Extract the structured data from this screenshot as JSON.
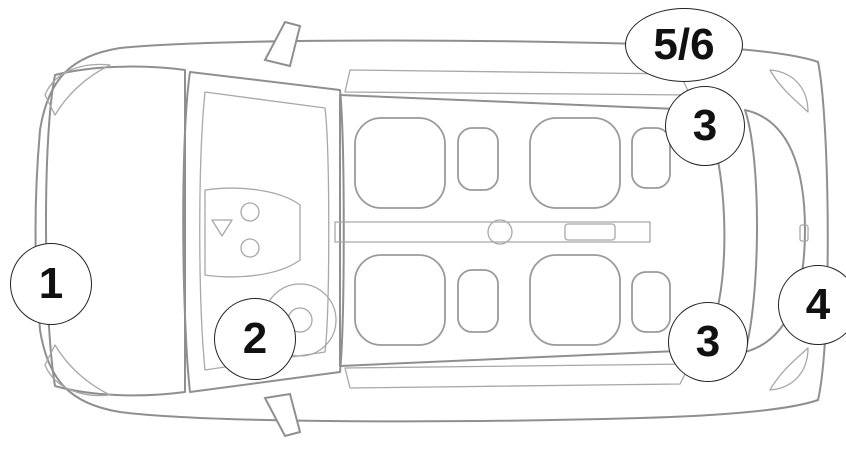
{
  "markers": {
    "m1": "1",
    "m2": "2",
    "m3_top": "3",
    "m3_bottom": "3",
    "m4": "4",
    "m56": "5/6"
  },
  "colors": {
    "outline": "#8f8f8f",
    "marker_text": "#111111",
    "marker_border": "#222222",
    "background": "#ffffff"
  }
}
